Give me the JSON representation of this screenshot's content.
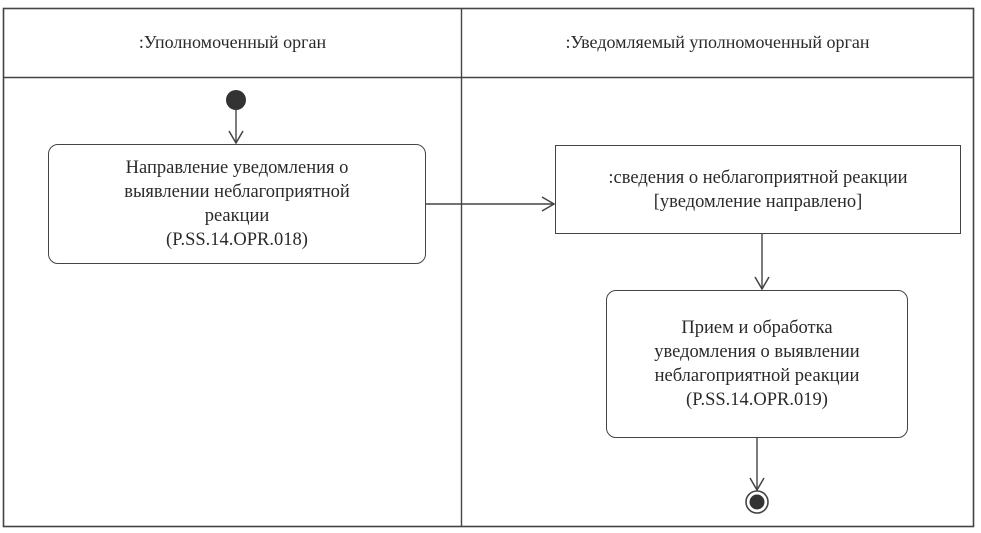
{
  "diagram": {
    "lanes": [
      {
        "title": ":Уполномоченный орган"
      },
      {
        "title": ":Уведомляемый уполномоченный орган"
      }
    ],
    "nodes": {
      "start": {
        "type": "initial-node"
      },
      "action_send": {
        "type": "action",
        "lines": [
          "Направление уведомления о",
          "выявлении неблагоприятной",
          "реакции",
          "(P.SS.14.OPR.018)"
        ]
      },
      "object_info": {
        "type": "object",
        "lines": [
          ":сведения о неблагоприятной реакции",
          "[уведомление направлено]"
        ]
      },
      "action_receive": {
        "type": "action",
        "lines": [
          "Прием и обработка",
          "уведомления о выявлении",
          "неблагоприятной реакции",
          "(P.SS.14.OPR.019)"
        ]
      },
      "end": {
        "type": "final-node"
      }
    },
    "edges": [
      {
        "from": "start",
        "to": "action_send"
      },
      {
        "from": "action_send",
        "to": "object_info"
      },
      {
        "from": "object_info",
        "to": "action_receive"
      },
      {
        "from": "action_receive",
        "to": "end"
      }
    ],
    "colors": {
      "line": "#444444",
      "text": "#2a2a2a",
      "node_fill": "#333333"
    }
  }
}
